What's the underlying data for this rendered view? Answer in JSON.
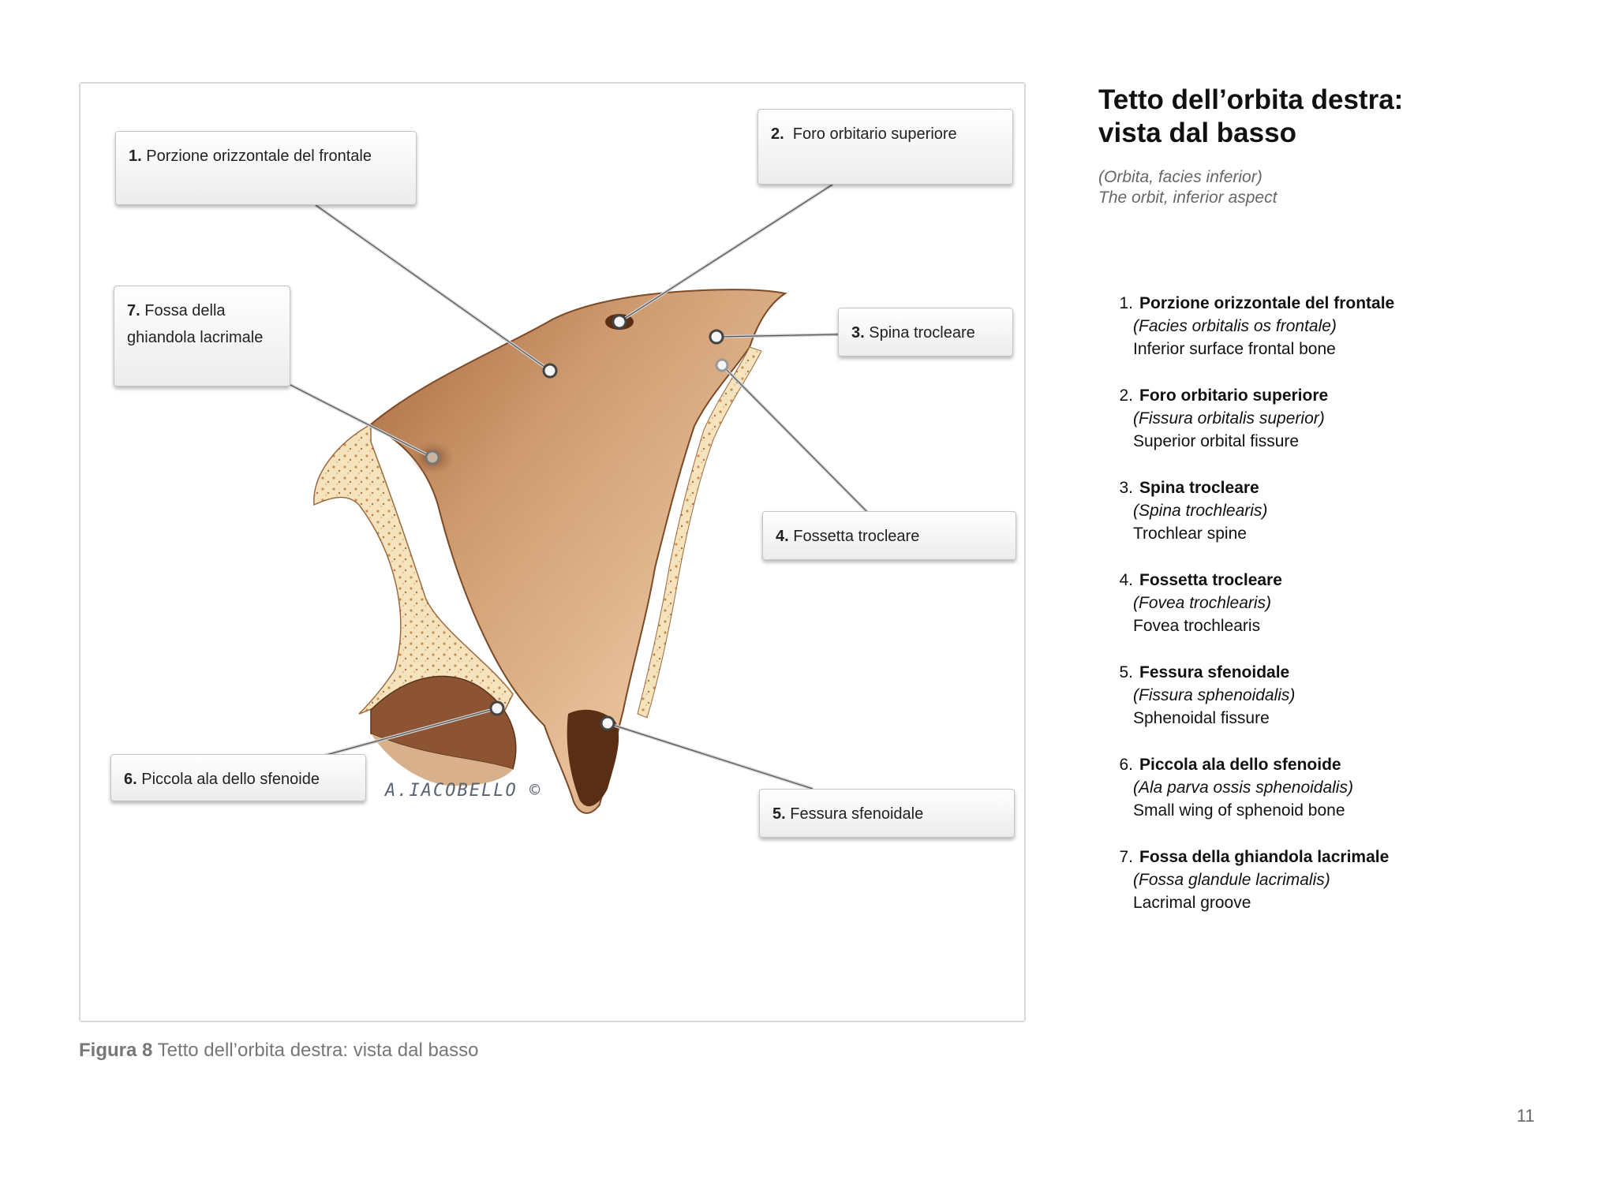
{
  "figure": {
    "labels": [
      {
        "num": "1.",
        "text": " Porzione orizzontale del frontale"
      },
      {
        "num": "2.",
        "text": "  Foro orbitario superiore"
      },
      {
        "num": "3.",
        "text": " Spina trocleare"
      },
      {
        "num": "4.",
        "text": " Fossetta trocleare"
      },
      {
        "num": "5.",
        "text": " Fessura sfenoidale"
      },
      {
        "num": "6.",
        "text": " Piccola ala dello sfenoide"
      },
      {
        "num": "7.",
        "text": " Fossa della",
        "text2": "ghiandola lacrimale"
      }
    ],
    "signature": "A.IACOBELLO ©",
    "colors": {
      "bone": "#c99468",
      "bone_dark": "#8a4f28",
      "spongy": "#f3dfb7"
    }
  },
  "caption": {
    "prefix": "Figura 8",
    "text": " Tetto dell’orbita destra: vista dal basso"
  },
  "title": "Tetto dell’orbita destra:\nvista dal basso",
  "subtitle": {
    "line1": "(Orbita, facies inferior)",
    "line2": "The orbit, inferior aspect"
  },
  "legend": [
    {
      "num": "1.",
      "name": "Porzione orizzontale del frontale",
      "latin": "(Facies orbitalis os frontale)",
      "english": "Inferior surface frontal bone"
    },
    {
      "num": "2.",
      "name": "Foro orbitario superiore",
      "latin": "(Fissura orbitalis superior)",
      "english": "Superior orbital fissure"
    },
    {
      "num": "3.",
      "name": "Spina trocleare",
      "latin": "(Spina trochlearis)",
      "english": "Trochlear spine"
    },
    {
      "num": "4.",
      "name": "Fossetta trocleare",
      "latin": "(Fovea trochlearis)",
      "english": "Fovea trochlearis"
    },
    {
      "num": "5.",
      "name": "Fessura sfenoidale",
      "latin": "(Fissura sphenoidalis)",
      "english": "Sphenoidal fissure"
    },
    {
      "num": "6.",
      "name": "Piccola ala dello sfenoide",
      "latin": "(Ala parva ossis sphenoidalis)",
      "english": "Small wing of sphenoid bone"
    },
    {
      "num": "7.",
      "name": "Fossa della ghiandola lacrimale",
      "latin": "(Fossa glandule lacrimalis)",
      "english": "Lacrimal groove"
    }
  ],
  "page_number": "11"
}
